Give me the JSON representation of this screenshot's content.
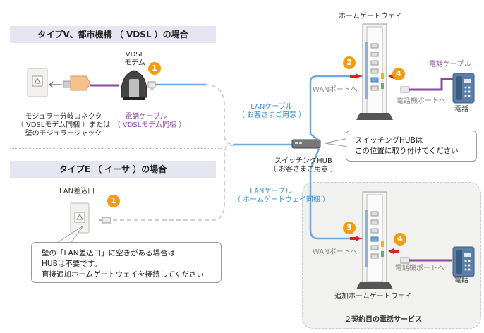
{
  "section_a": {
    "title": "タイプV、都市機構 （ VDSL ）の場合",
    "modem_label_1": "VDSL",
    "modem_label_2": "モデム",
    "splitter_line1": "モジュラー分岐コネクタ",
    "splitter_line2": "（ VDSLモデム同梱 ）または",
    "splitter_line3": "壁のモジュラージャック",
    "phone_cable_line1": "電話ケーブル",
    "phone_cable_line2": "（ VDSLモデム同梱 ）",
    "badge": "1"
  },
  "section_b": {
    "title": "タイプE （ イーサ ）の場合",
    "lan_port_label": "LAN差込口",
    "badge": "1",
    "callout_line1": "壁の「LAN差込口」に空きがある場合は",
    "callout_line2": "HUBは不要です。",
    "callout_line3": "直接追加ホームゲートウェイを接続してください"
  },
  "center": {
    "lan_cable_1_line1": "LANケーブル",
    "lan_cable_1_line2": "（ お客さまご用意 ）",
    "hub_label_line1": "スイッチングHUB",
    "hub_label_line2": "（ お客さまご用意 ）",
    "lan_cable_2_line1": "LANケーブル",
    "lan_cable_2_line2": "（ ホームゲートウェイ同梱 ）",
    "hub_callout_line1": "スイッチングHUBは",
    "hub_callout_line2": "この位置に取り付けてください"
  },
  "gateway_top": {
    "title": "ホームゲートウェイ",
    "wan_label": "WANポートへ",
    "phone_port_label": "電話機ポートへ",
    "phone_cable_label": "電話ケーブル",
    "phone_label": "電話",
    "badge_wan": "2",
    "badge_phone": "4"
  },
  "gateway_bottom": {
    "title": "追加ホームゲートウェイ",
    "wan_label": "WANポートへ",
    "phone_port_label": "電話機ポートへ",
    "phone_label": "電話",
    "badge_wan": "3",
    "badge_phone": "4",
    "service_label": "２契約目の電話サービス"
  },
  "colors": {
    "header_bg": "#e6e6f3",
    "lan_cable": "#6fa8dc",
    "phone_cable": "#8a4aa0",
    "badge": "#f39c12",
    "arrow_red": "#e02020"
  }
}
